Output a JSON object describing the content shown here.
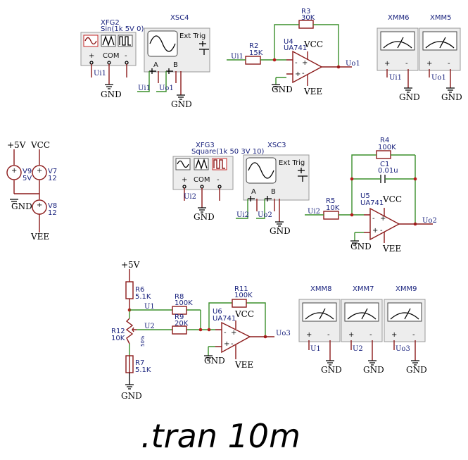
{
  "instruments": {
    "xfg2": {
      "name": "XFG2",
      "spec": "Sin(1k 5V 0)"
    },
    "xfg3": {
      "name": "XFG3",
      "spec": "Square(1k 50 3V 10)"
    },
    "xsc4": {
      "name": "XSC4"
    },
    "xsc3": {
      "name": "XSC3"
    },
    "ext_trig": "Ext Trig",
    "com": "COM",
    "plus": "+",
    "minus": "-",
    "ch_a": "A",
    "ch_b": "B",
    "meters": [
      "XMM6",
      "XMM5",
      "XMM8",
      "XMM7",
      "XMM9"
    ]
  },
  "components": {
    "r2": {
      "ref": "R2",
      "value": "15K"
    },
    "r3": {
      "ref": "R3",
      "value": "30K"
    },
    "u4": {
      "ref": "U4",
      "part": "UA741"
    },
    "r4": {
      "ref": "R4",
      "value": "100K"
    },
    "c1": {
      "ref": "C1",
      "value": "0.01u"
    },
    "r5": {
      "ref": "R5",
      "value": "10K"
    },
    "u5": {
      "ref": "U5",
      "part": "UA741"
    },
    "r6": {
      "ref": "R6",
      "value": "5.1K"
    },
    "r7": {
      "ref": "R7",
      "value": "5.1K"
    },
    "r8": {
      "ref": "R8",
      "value": "100K"
    },
    "r9": {
      "ref": "R9",
      "value": "20K"
    },
    "r11": {
      "ref": "R11",
      "value": "100K"
    },
    "r12": {
      "ref": "R12",
      "value": "10K",
      "percent": "50%"
    },
    "u6": {
      "ref": "U6",
      "part": "UA741"
    },
    "v9": {
      "ref": "V9",
      "value": "5V"
    },
    "v7": {
      "ref": "V7",
      "value": "12"
    },
    "v8": {
      "ref": "V8",
      "value": "12"
    }
  },
  "nets": {
    "ui1": "Ui1",
    "uo1": "Uo1",
    "ui2": "Ui2",
    "uo2": "Uo2",
    "u1": "U1",
    "u2": "U2",
    "uo3": "Uo3",
    "gnd": "GND",
    "vcc": "VCC",
    "vee": "VEE",
    "p5v": "+5V"
  },
  "directive": ".tran 10m",
  "colors": {
    "wire": "#3a8f2a",
    "component": "#8b1a1a",
    "label": "#1a237e",
    "junction": "#b71c1c"
  }
}
